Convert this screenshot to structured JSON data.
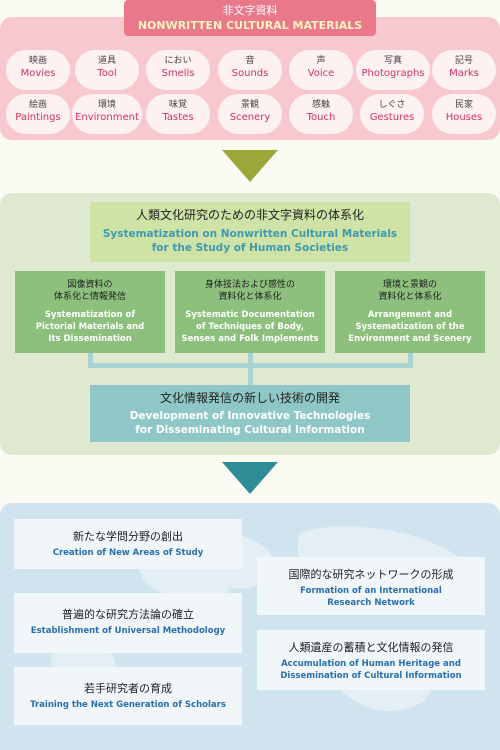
{
  "nonwritten": {
    "title_ja": "非文字資料",
    "title_en": "NONWRITTEN CULTURAL MATERIALS",
    "items": [
      {
        "ja": "映画",
        "en": "Movies"
      },
      {
        "ja": "道具",
        "en": "Tool"
      },
      {
        "ja": "におい",
        "en": "Smells"
      },
      {
        "ja": "音",
        "en": "Sounds"
      },
      {
        "ja": "声",
        "en": "Voice"
      },
      {
        "ja": "写真",
        "en": "Photographs"
      },
      {
        "ja": "記号",
        "en": "Marks"
      },
      {
        "ja": "絵画",
        "en": "Paintings"
      },
      {
        "ja": "環境",
        "en": "Environment"
      },
      {
        "ja": "味覚",
        "en": "Tastes"
      },
      {
        "ja": "景観",
        "en": "Scenery"
      },
      {
        "ja": "感触",
        "en": "Touch"
      },
      {
        "ja": "しぐさ",
        "en": "Gestures"
      },
      {
        "ja": "民家",
        "en": "Houses"
      }
    ]
  },
  "systematization": {
    "title_ja": "人類文化研究のための非文字資料の体系化",
    "title_en_1": "Systematization on Nonwritten Cultural Materials",
    "title_en_2": "for the Study of Human Societies",
    "groups": [
      {
        "ja_1": "図像資料の",
        "ja_2": "体系化と情報発信",
        "en_1": "Systematization of",
        "en_2": "Pictorial Materials and",
        "en_3": "Its Dissemination"
      },
      {
        "ja_1": "身体技法および感性の",
        "ja_2": "資料化と体系化",
        "en_1": "Systematic Documentation",
        "en_2": "of Techniques of Body,",
        "en_3": "Senses and Folk Implements"
      },
      {
        "ja_1": "環境と景観の",
        "ja_2": "資料化と体系化",
        "en_1": "Arrangement and",
        "en_2": "Systematization of the",
        "en_3": "Environment and Scenery"
      }
    ],
    "development_ja": "文化情報発信の新しい技術の開発",
    "development_en_1": "Development of Innovative Technologies",
    "development_en_2": "for Disseminating Cultural Information"
  },
  "outcomes": {
    "left": [
      {
        "ja": "新たな学問分野の創出",
        "en_1": "Creation of New Areas of Study"
      },
      {
        "ja": "普遍的な研究方法論の確立",
        "en_1": "Establishment of Universal Methodology"
      },
      {
        "ja": "若手研究者の育成",
        "en_1": "Training the Next Generation of Scholars"
      }
    ],
    "right": [
      {
        "ja": "国際的な研究ネットワークの形成",
        "en_1": "Formation of an International",
        "en_2": "Research Network"
      },
      {
        "ja": "人類遺産の蓄積と文化情報の発信",
        "en_1": "Accumulation of Human Heritage and",
        "en_2": "Dissemination of Cultural Information"
      }
    ]
  },
  "colors": {
    "pink_panel": "#f7c9cf",
    "pink_header": "#e8788a",
    "green_panel": "#dfe9cf",
    "green_box": "#8dbf7d",
    "teal_box": "#8fc7c7",
    "blue_panel": "#d0e4ef",
    "arrow_1": "#9aa83a",
    "arrow_2": "#2e8c97"
  }
}
